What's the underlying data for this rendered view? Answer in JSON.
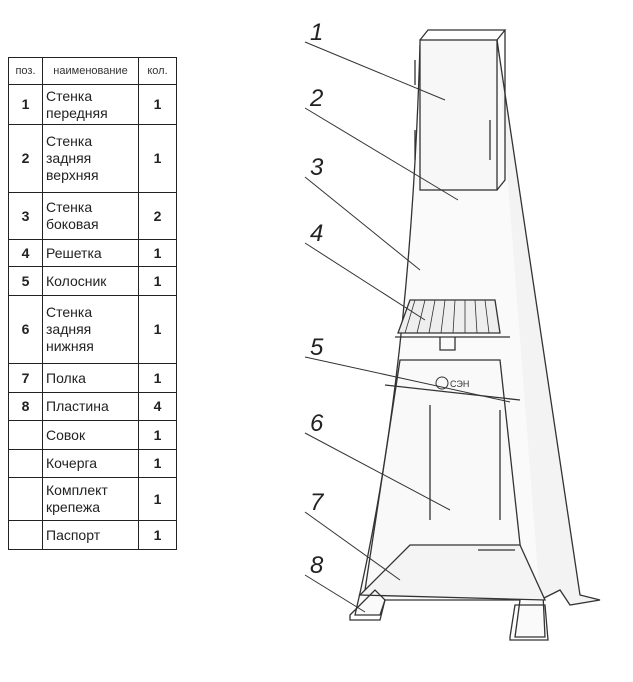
{
  "table": {
    "headers": [
      "поз.",
      "наименование",
      "кол."
    ],
    "rows": [
      {
        "pos": "1",
        "name": "Стенка передняя",
        "qty": "1"
      },
      {
        "pos": "2",
        "name": "Стенка задняя верхняя",
        "qty": "1"
      },
      {
        "pos": "3",
        "name": "Стенка боковая",
        "qty": "2"
      },
      {
        "pos": "4",
        "name": "Решетка",
        "qty": "1"
      },
      {
        "pos": "5",
        "name": "Колосник",
        "qty": "1"
      },
      {
        "pos": "6",
        "name": "Стенка задняя нижняя",
        "qty": "1"
      },
      {
        "pos": "7",
        "name": "Полка",
        "qty": "1"
      },
      {
        "pos": "8",
        "name": "Пластина",
        "qty": "4"
      },
      {
        "pos": "",
        "name": "Совок",
        "qty": "1"
      },
      {
        "pos": "",
        "name": "Кочерга",
        "qty": "1"
      },
      {
        "pos": "",
        "name": "Комплект крепежа",
        "qty": "1"
      },
      {
        "pos": "",
        "name": "Паспорт",
        "qty": "1"
      }
    ]
  },
  "callouts": [
    "1",
    "2",
    "3",
    "4",
    "5",
    "6",
    "7",
    "8"
  ],
  "logo": "СЭН"
}
